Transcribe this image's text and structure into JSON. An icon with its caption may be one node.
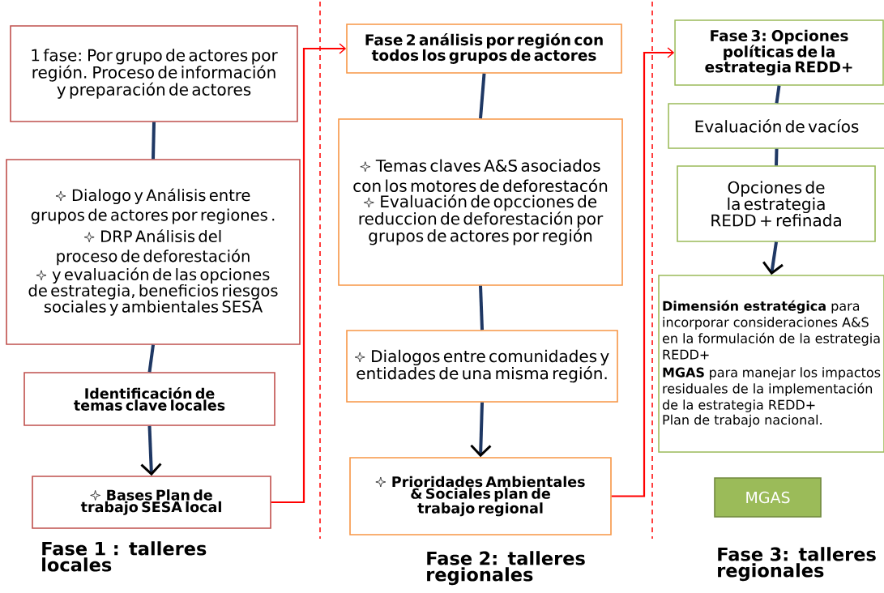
{
  "diagram": {
    "nodes": [
      {
        "text": [
          "1 fase: Por grupo de actores por región. Proceso de información y preparación de actores"
        ]
      },
      {
        "text": [
          "Dialogo y Análisis entre grupos de actores por regiones .",
          "DRP Análisis del proceso de deforestación",
          "y evaluación de las opciones de estrategia, beneficios riesgos sociales y ambientales SESA"
        ]
      },
      {
        "text": [
          "Identificación de temas clave locales"
        ]
      },
      {
        "text": [
          "Bases Plan de trabajo SESA local"
        ]
      },
      {
        "text": [
          "Fase 2 análisis por región con todos los grupos de actores"
        ]
      },
      {
        "text": [
          "Temas claves A&S asociados con los motores de deforestacón",
          "Evaluación de opcciones de reduccion de deforestación por grupos de actores por región"
        ]
      },
      {
        "text": [
          "Dialogos entre comunidades y entidades de una misma región."
        ]
      },
      {
        "text": [
          "Prioridades Ambientales & Sociales plan de trabajo regional"
        ]
      },
      {
        "text": [
          "Fase 3: Opciones políticas de la estrategia REDD+"
        ]
      },
      {
        "text": [
          "Evaluación de vacíos"
        ]
      },
      {
        "text": [
          "Opciones de la estrategia REDD + refinada"
        ]
      },
      {
        "text": [
          "**Dimensión estratégica** para incorporar consideraciones A&S en la formulación de la estrategia REDD+",
          "**MGAS** para manejar los impactos residuales de la implementación de la estrategia REDD+",
          "Plan de trabajo nacional."
        ]
      },
      {
        "text": [
          "MGAS"
        ]
      }
    ],
    "edges": [
      {
        "from": 0,
        "to": 1,
        "arrow": "none"
      },
      {
        "from": 1,
        "to": 2,
        "arrow": "none"
      },
      {
        "from": 2,
        "to": 3,
        "arrow": "to"
      },
      {
        "from": 3,
        "to": 4,
        "arrow": "to",
        "color": "#ff0000"
      },
      {
        "from": 4,
        "to": 5,
        "arrow": "none"
      },
      {
        "from": 5,
        "to": 6,
        "arrow": "none"
      },
      {
        "from": 6,
        "to": 7,
        "arrow": "to"
      },
      {
        "from": 7,
        "to": 8,
        "arrow": "to",
        "color": "#ff0000"
      },
      {
        "from": 8,
        "to": 9,
        "arrow": "none"
      },
      {
        "from": 9,
        "to": 10,
        "arrow": "none"
      },
      {
        "from": 10,
        "to": 11,
        "arrow": "to"
      }
    ],
    "labels": [
      "Fase 1 : talleres locales",
      "Fase 2: talleres regionales",
      "Fase 3: talleres regionales"
    ]
  }
}
